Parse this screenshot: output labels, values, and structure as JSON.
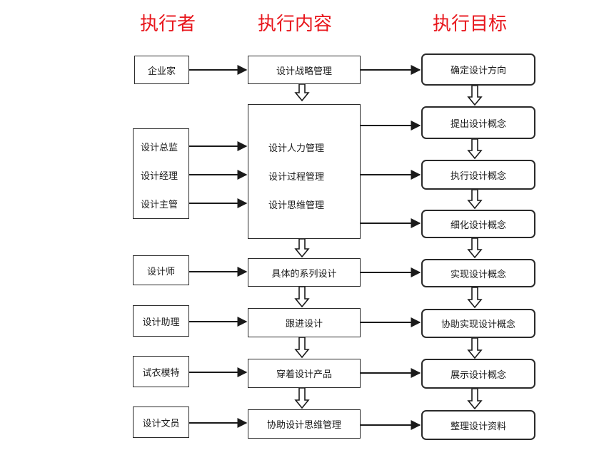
{
  "headers": {
    "executor": "执行者",
    "content": "执行内容",
    "target": "执行目标"
  },
  "executors": {
    "entrepreneur": "企业家",
    "design_director": "设计总监",
    "design_manager": "设计经理",
    "design_supervisor": "设计主管",
    "designer": "设计师",
    "design_assistant": "设计助理",
    "fitting_model": "试衣模特",
    "design_clerk": "设计文员"
  },
  "contents": {
    "strategy": "设计战略管理",
    "hr": "设计人力管理",
    "process": "设计过程管理",
    "thinking": "设计思维管理",
    "series": "具体的系列设计",
    "follow": "跟进设计",
    "wear": "穿着设计产品",
    "assist_thinking": "协助设计思维管理"
  },
  "targets": {
    "direction": "确定设计方向",
    "propose": "提出设计概念",
    "execute": "执行设计概念",
    "refine": "细化设计概念",
    "realize": "实现设计概念",
    "assist_realize": "协助实现设计概念",
    "show": "展示设计概念",
    "organize": "整理设计资料"
  }
}
